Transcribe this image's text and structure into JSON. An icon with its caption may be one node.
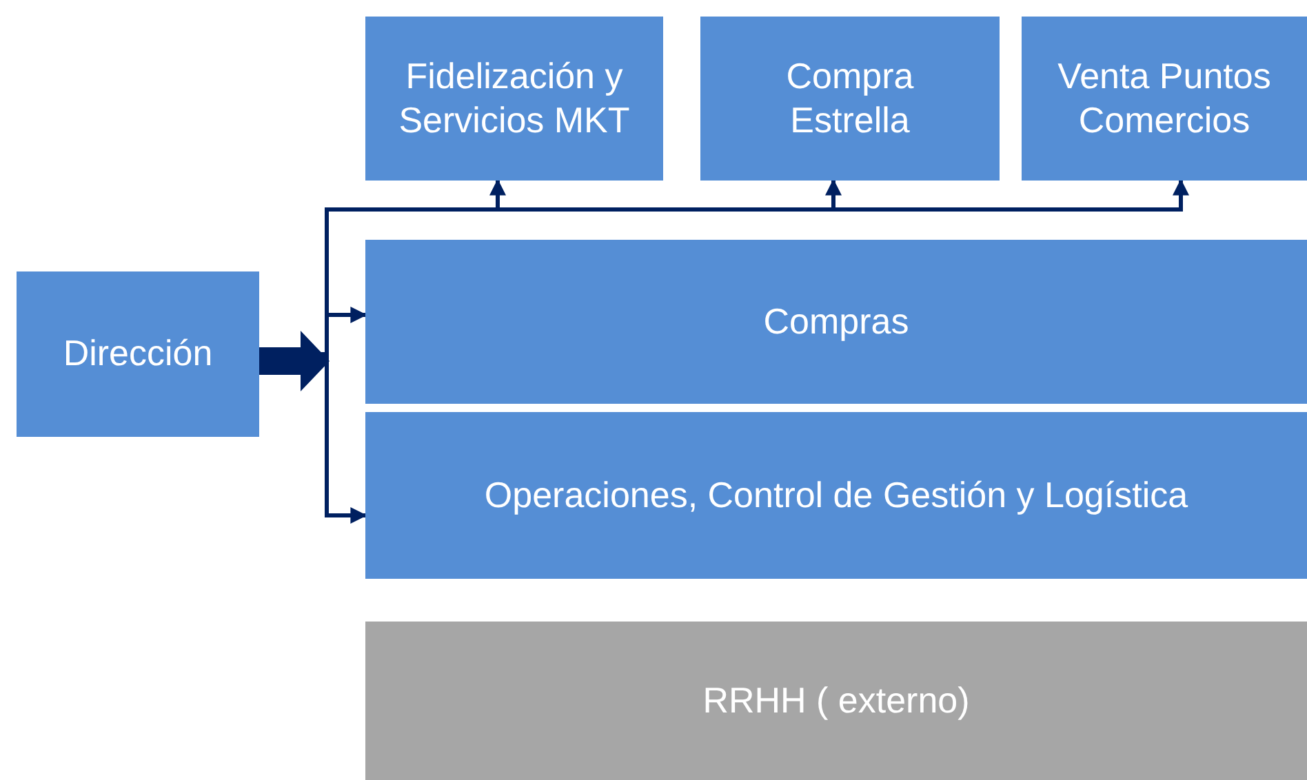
{
  "diagram": {
    "nodes": [
      {
        "text": [
          "Dirección"
        ]
      },
      {
        "text": [
          "Fidelización y Servicios MKT"
        ]
      },
      {
        "text": [
          "Compra Estrella"
        ]
      },
      {
        "text": [
          "Venta Puntos Comercios"
        ]
      },
      {
        "text": [
          "Compras"
        ]
      },
      {
        "text": [
          "Operaciones, Control de Gestión y Logística"
        ]
      },
      {
        "text": [
          "RRHH ( externo)"
        ]
      }
    ],
    "edges": [
      {
        "from": 0,
        "to": 1,
        "arrow": "to"
      },
      {
        "from": 0,
        "to": 2,
        "arrow": "to"
      },
      {
        "from": 0,
        "to": 3,
        "arrow": "to"
      },
      {
        "from": 0,
        "to": 4,
        "arrow": "to"
      },
      {
        "from": 0,
        "to": 5,
        "arrow": "to"
      }
    ]
  }
}
